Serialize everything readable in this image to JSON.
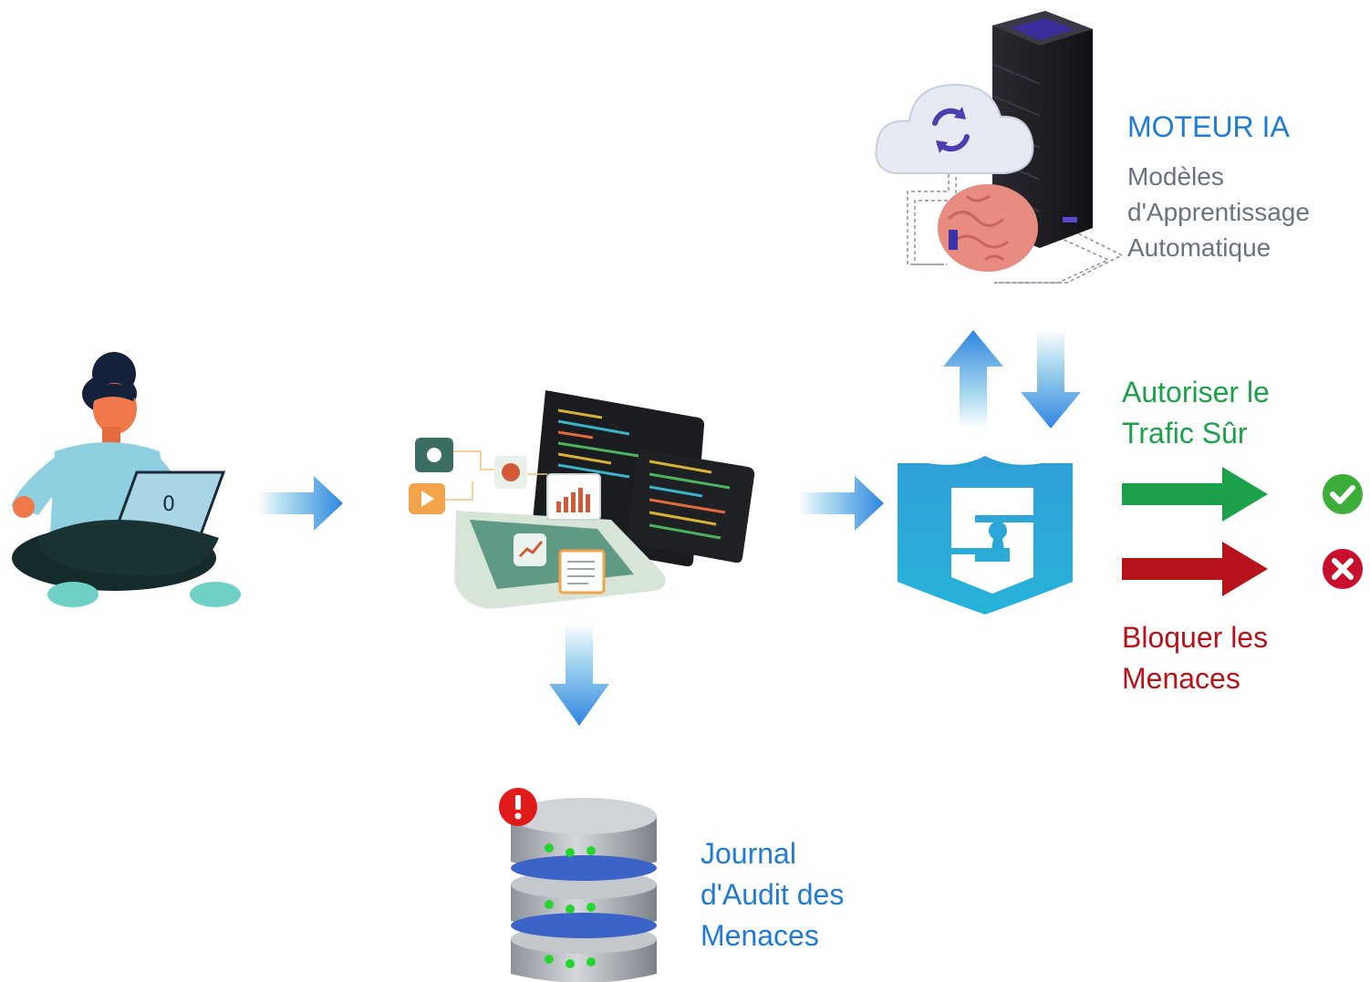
{
  "ai_engine": {
    "title": "MOTEUR IA",
    "subtitle_lines": [
      "Modèles",
      "d'Apprentissage",
      "Automatique"
    ]
  },
  "allow_label_lines": [
    "Autoriser le",
    "Trafic Sûr"
  ],
  "block_label_lines": [
    "Bloquer les",
    "Menaces"
  ],
  "journal_label_lines": [
    "Journal",
    "d'Audit des",
    "Menaces"
  ],
  "icons": {
    "user": "person-with-laptop-icon",
    "apps": "laptop-applications-icon",
    "ai": "ai-server-brain-icon",
    "shield": "security-shield-icon",
    "allow": "check-circle-icon",
    "block": "x-circle-icon",
    "log": "database-alert-icon"
  },
  "colors": {
    "flow_arrow": "#2f86e0",
    "allow": "#1aa14a",
    "block": "#b8121a",
    "ai_title": "#1e7cd6",
    "shield": "#2aa6d8"
  }
}
